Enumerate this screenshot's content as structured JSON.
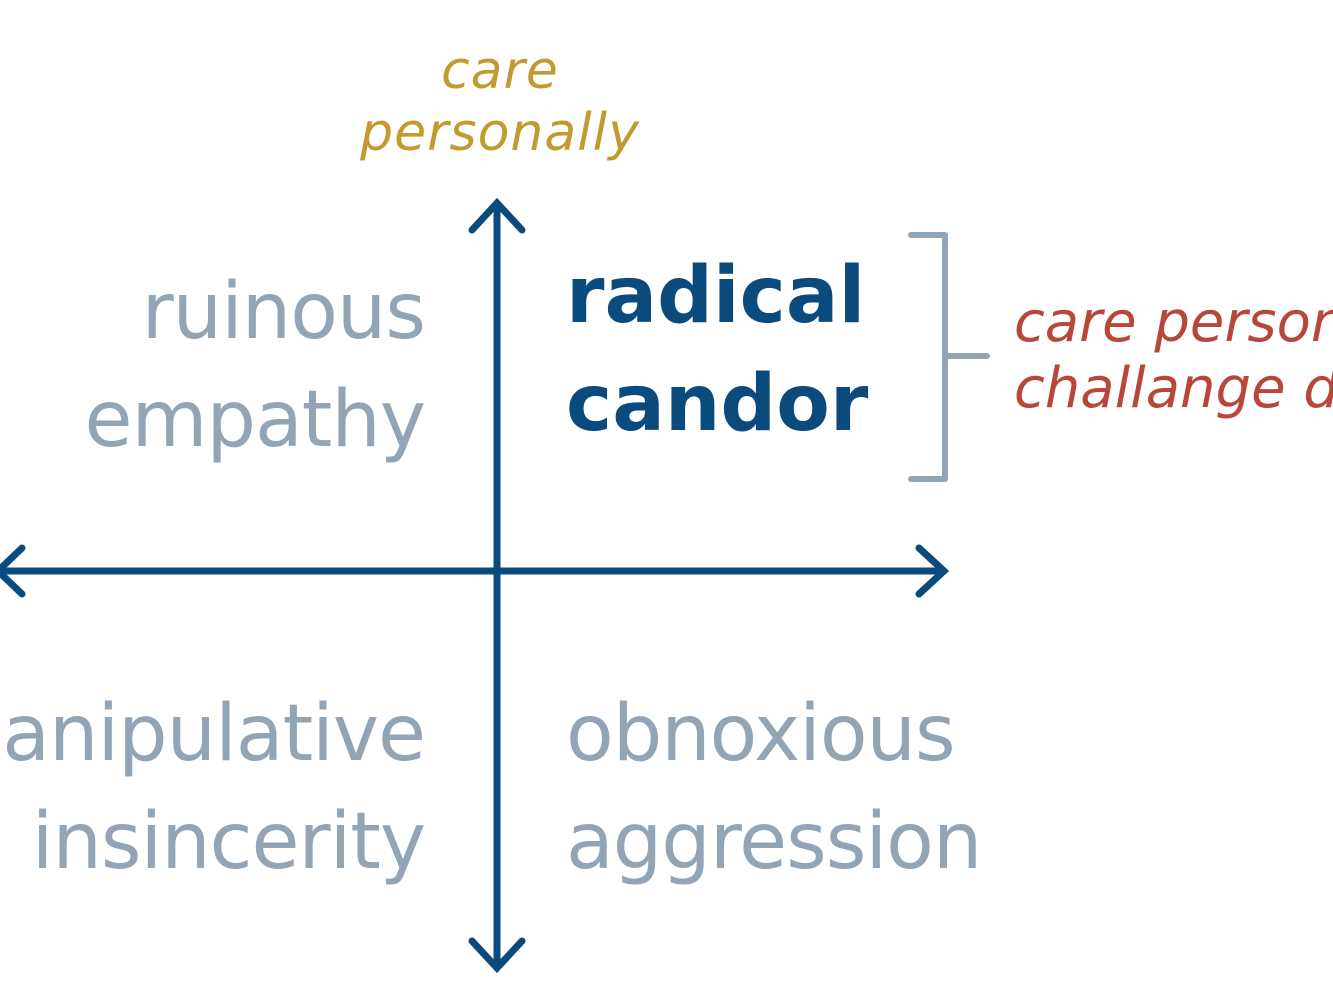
{
  "diagram": {
    "vertical_axis_label": [
      "care",
      "personally"
    ],
    "quadrants": {
      "top_left": [
        "ruinous",
        "empathy"
      ],
      "top_right": [
        "radical",
        "candor"
      ],
      "bottom_left": [
        "manipulative",
        "insincerity"
      ],
      "bottom_right": [
        "obnoxious",
        "aggression"
      ]
    },
    "bracket_note": [
      "care personally +",
      "challange directly"
    ],
    "colors": {
      "axis": "#0b4a7c",
      "axis_label": "#c49a2f",
      "highlight_quadrant": "#0b4a7c",
      "muted_quadrant": "#93a4b4",
      "bracket": "#93a4b4",
      "bracket_note": "#b8473a"
    }
  }
}
